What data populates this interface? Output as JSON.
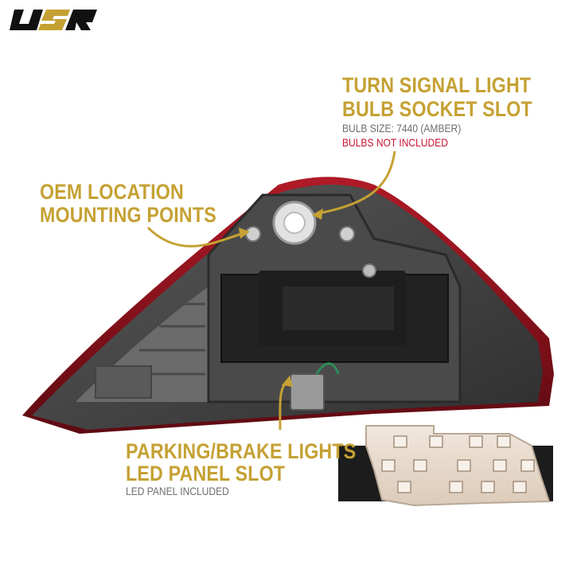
{
  "brand": {
    "logo_name": "usr-logo",
    "logo_text": "USR",
    "colors": {
      "logo_black": "#111111",
      "logo_gold": "#c5a133"
    }
  },
  "callouts": {
    "turn_signal": {
      "title_line1": "TURN SIGNAL LIGHT",
      "title_line2": "BULB SOCKET SLOT",
      "bulb_size": "BULB SIZE: 7440 (AMBER)",
      "bulbs_note": "BULBS NOT INCLUDED"
    },
    "oem_mounting": {
      "title_line1": "OEM LOCATION",
      "title_line2": "MOUNTING POINTS"
    },
    "led_panel": {
      "title_line1": "PARKING/BRAKE LIGHTS",
      "title_line2": "LED PANEL SLOT",
      "note": "LED PANEL INCLUDED"
    }
  },
  "colors": {
    "heading_gold": "#c5a133",
    "subtext_grey": "#6d6d6d",
    "warning_red": "#c8102e",
    "housing_dark": "#3a3a3a",
    "lens_red": "#8a0f1a",
    "led_board": "#e9ddd0"
  }
}
